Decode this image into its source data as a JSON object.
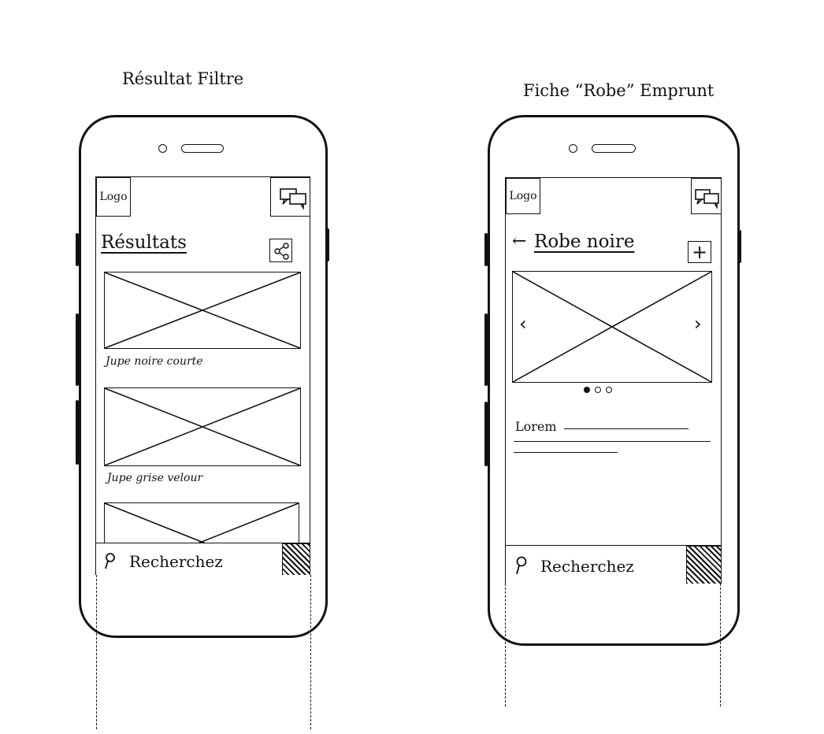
{
  "left_screen": {
    "caption": "Résultat Filtre",
    "logo_label": "Logo",
    "title": "Résultats",
    "items": [
      {
        "label": "Jupe noire courte"
      },
      {
        "label": "Jupe grise velour"
      },
      {
        "label": ""
      }
    ],
    "search_label": "Recherchez"
  },
  "right_screen": {
    "caption": "Fiche “Robe” Emprunt",
    "logo_label": "Logo",
    "back_arrow": "←",
    "title": "Robe noire",
    "add_symbol": "+",
    "carousel_prev": "‹",
    "carousel_next": "›",
    "carousel_dots": [
      true,
      false,
      false
    ],
    "description_label": "Lorem",
    "search_label": "Recherchez"
  }
}
